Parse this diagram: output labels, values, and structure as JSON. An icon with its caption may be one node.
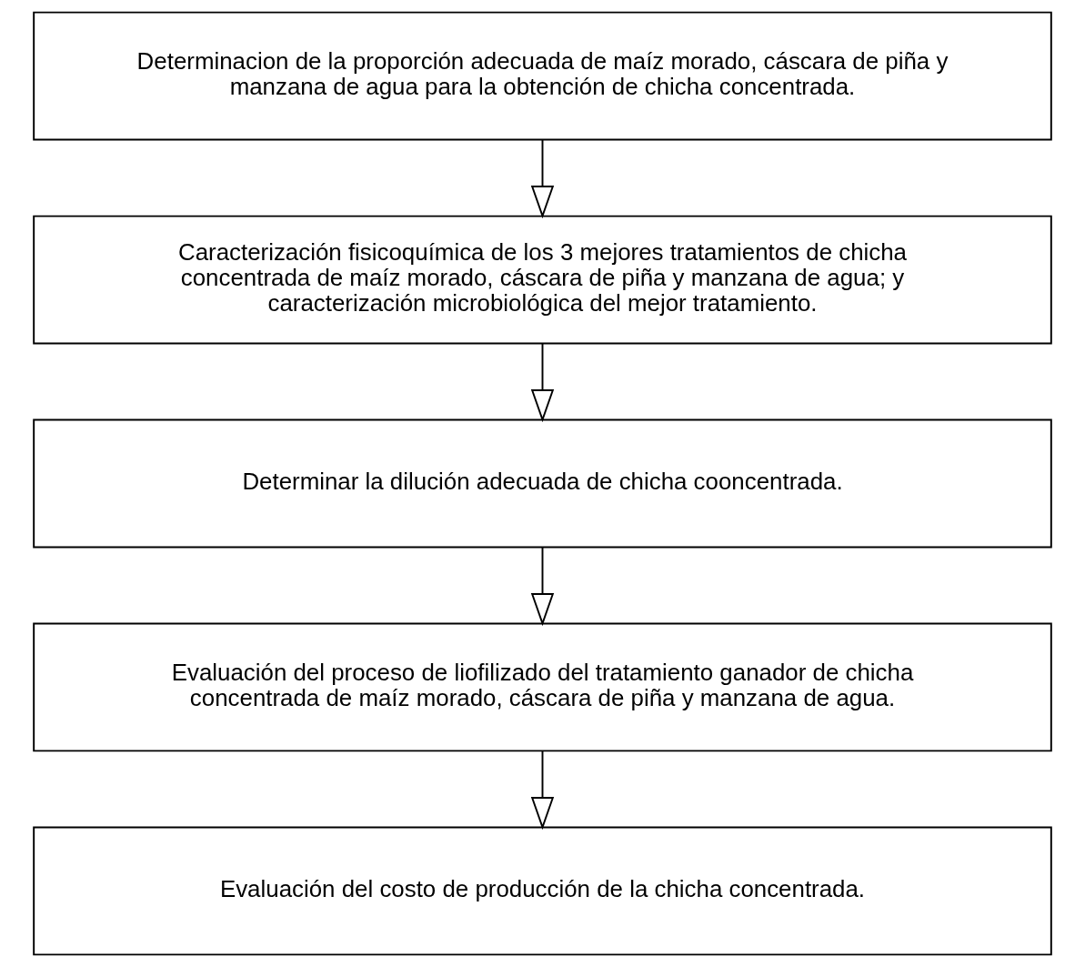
{
  "diagram": {
    "nodes": [
      {
        "text": [
          "Determinacion de la proporción adecuada de maíz morado, cáscara de piña y manzana de agua para la obtención de chicha concentrada."
        ]
      },
      {
        "text": [
          "Caracterización fisicoquímica de los 3 mejores tratamientos de chicha concentrada de maíz morado, cáscara de piña y manzana de agua; y caracterización microbiológica del mejor tratamiento."
        ]
      },
      {
        "text": [
          "Determinar la dilución adecuada de chicha cooncentrada."
        ]
      },
      {
        "text": [
          "Evaluación del proceso de liofilizado del tratamiento ganador de chicha concentrada de maíz morado, cáscara de piña y manzana de agua."
        ]
      },
      {
        "text": [
          "Evaluación del costo de producción de la chicha concentrada."
        ]
      }
    ],
    "edges": [
      {
        "from": 0,
        "to": 1,
        "arrow": "to"
      },
      {
        "from": 1,
        "to": 2,
        "arrow": "to"
      },
      {
        "from": 2,
        "to": 3,
        "arrow": "to"
      },
      {
        "from": 3,
        "to": 4,
        "arrow": "to"
      }
    ]
  }
}
